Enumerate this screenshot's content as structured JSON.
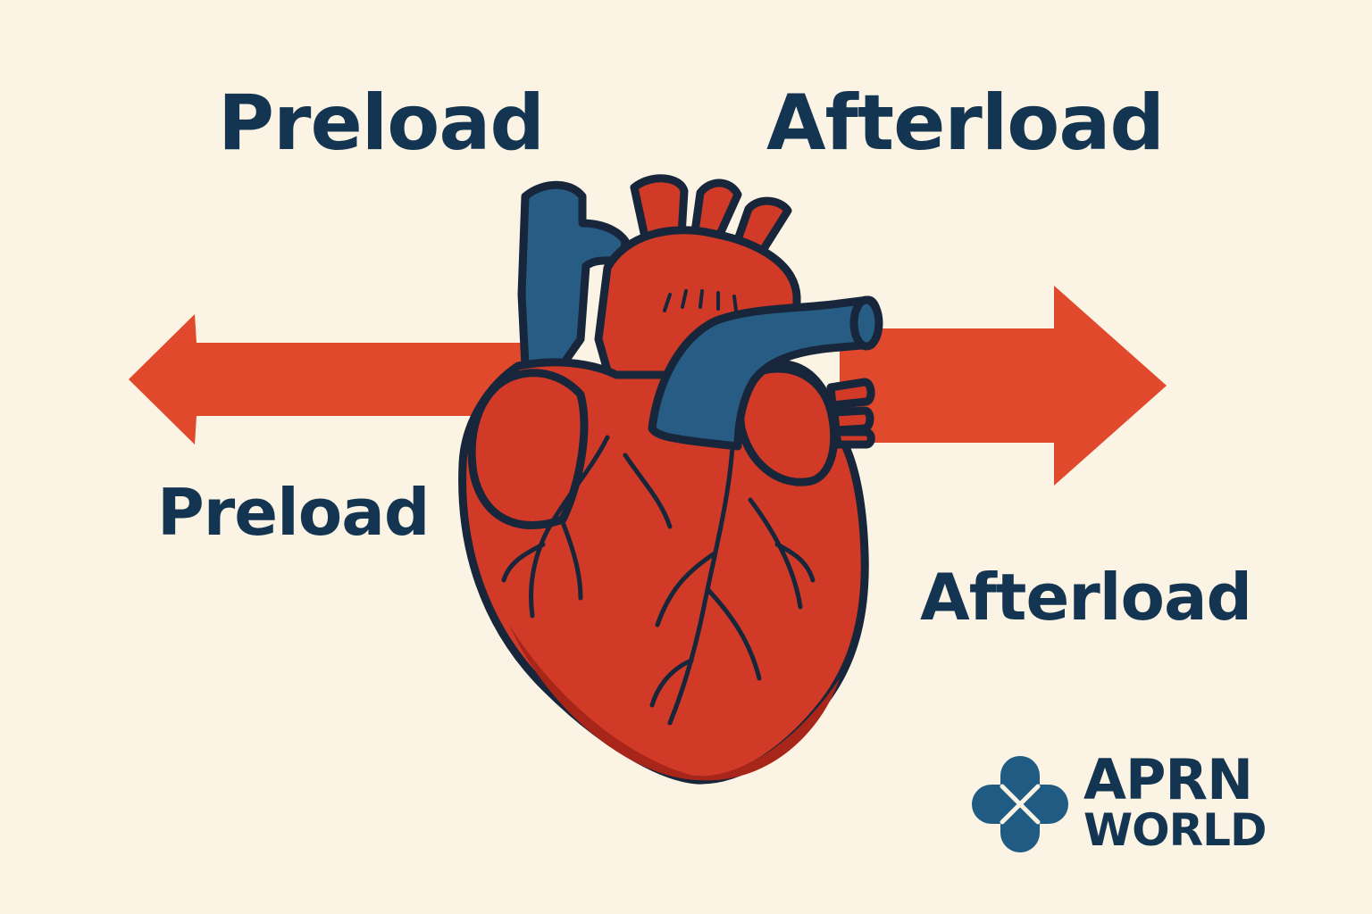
{
  "colors": {
    "background": "#FBF3E3",
    "text": "#143552",
    "arrow": "#E0492C",
    "heart_red": "#D13A27",
    "heart_dark_red": "#A82519",
    "vessel_blue": "#275C85",
    "outline": "#17263A",
    "logo_blue": "#1F5B82"
  },
  "labels": {
    "top_left": "Preload",
    "top_right": "Afterload",
    "mid_left": "Preload",
    "mid_right": "Afterload"
  },
  "arrows": {
    "left": {
      "direction": "left",
      "icon": "arrow-left-icon"
    },
    "right": {
      "direction": "right",
      "icon": "arrow-right-icon"
    }
  },
  "illustration": {
    "icon": "heart-icon"
  },
  "logo": {
    "icon": "medical-cross-icon",
    "line1": "APRN",
    "line2": "WORLD"
  }
}
